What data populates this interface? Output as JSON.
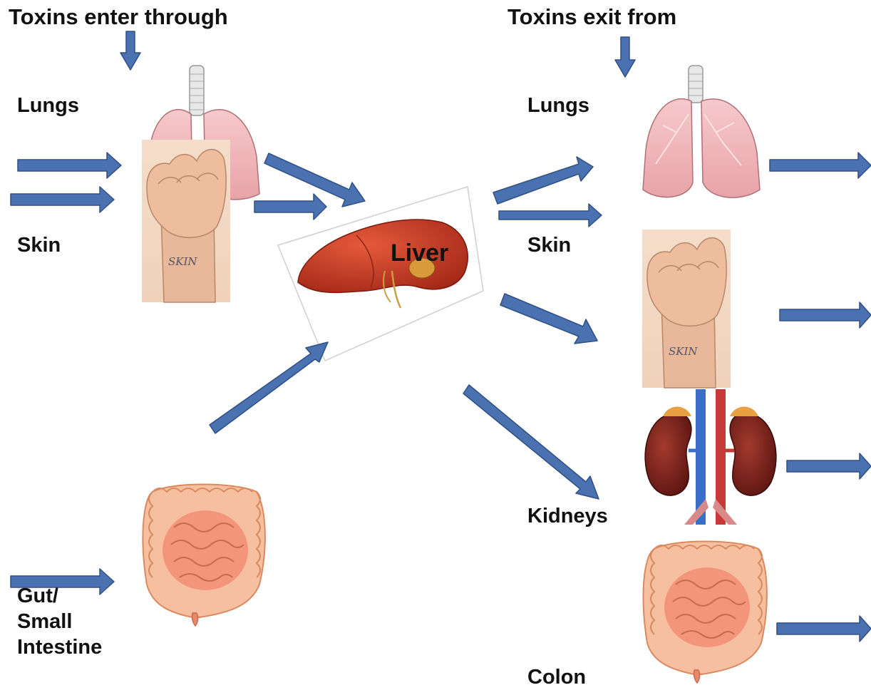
{
  "titles": {
    "enter": "Toxins enter through",
    "exit": "Toxins exit from"
  },
  "entry_labels": {
    "lungs": "Lungs",
    "skin": "Skin",
    "gut_line1": "Gut/",
    "gut_line2": "Small",
    "gut_line3": "Intestine"
  },
  "center": {
    "liver": "Liver"
  },
  "exit_labels": {
    "lungs": "Lungs",
    "skin": "Skin",
    "kidneys": "Kidneys",
    "colon": "Colon"
  },
  "image_text": {
    "wrist_tattoo": "SKIN"
  },
  "colors": {
    "arrow_fill": "#4a72b0",
    "arrow_stroke": "#2f4f86",
    "lung": "#f2b8bc",
    "skin_tone": "#e8b89b",
    "liver": "#c0321e",
    "kidney": "#7a1f1a",
    "intestine": "#f29a7a"
  }
}
